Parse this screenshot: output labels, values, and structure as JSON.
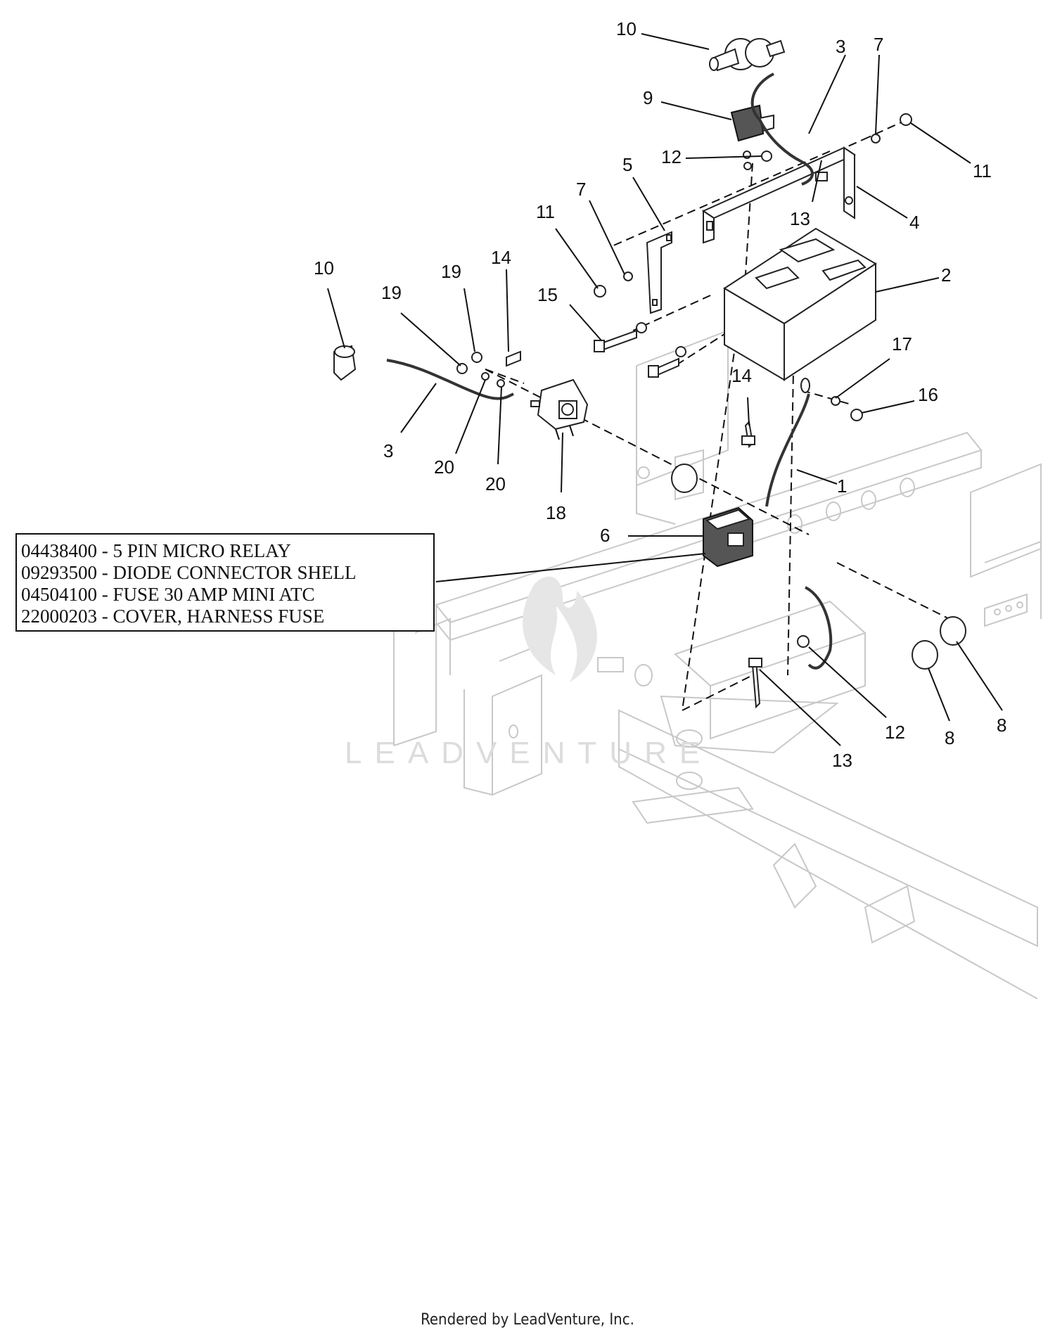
{
  "callouts": [
    {
      "id": "c10a",
      "label": "10"
    },
    {
      "id": "c3a",
      "label": "3"
    },
    {
      "id": "c7a",
      "label": "7"
    },
    {
      "id": "c9",
      "label": "9"
    },
    {
      "id": "c12a",
      "label": "12"
    },
    {
      "id": "c11a",
      "label": "11"
    },
    {
      "id": "c5",
      "label": "5"
    },
    {
      "id": "c7b",
      "label": "7"
    },
    {
      "id": "c11b",
      "label": "11"
    },
    {
      "id": "c13a",
      "label": "13"
    },
    {
      "id": "c4",
      "label": "4"
    },
    {
      "id": "c2",
      "label": "2"
    },
    {
      "id": "c10b",
      "label": "10"
    },
    {
      "id": "c19a",
      "label": "19"
    },
    {
      "id": "c19b",
      "label": "19"
    },
    {
      "id": "c14a",
      "label": "14"
    },
    {
      "id": "c15",
      "label": "15"
    },
    {
      "id": "c17",
      "label": "17"
    },
    {
      "id": "c16",
      "label": "16"
    },
    {
      "id": "c14b",
      "label": "14"
    },
    {
      "id": "c3b",
      "label": "3"
    },
    {
      "id": "c20a",
      "label": "20"
    },
    {
      "id": "c20b",
      "label": "20"
    },
    {
      "id": "c18",
      "label": "18"
    },
    {
      "id": "c1",
      "label": "1"
    },
    {
      "id": "c6",
      "label": "6"
    },
    {
      "id": "c8a",
      "label": "8"
    },
    {
      "id": "c8b",
      "label": "8"
    },
    {
      "id": "c12b",
      "label": "12"
    },
    {
      "id": "c13b",
      "label": "13"
    }
  ],
  "parts_note": [
    "04438400 - 5 PIN MICRO RELAY",
    "09293500 - DIODE CONNECTOR SHELL",
    "04504100 - FUSE 30 AMP MINI ATC",
    "22000203 - COVER, HARNESS FUSE"
  ],
  "watermark": "LEADVENTURE",
  "footer": "Rendered by LeadVenture, Inc."
}
